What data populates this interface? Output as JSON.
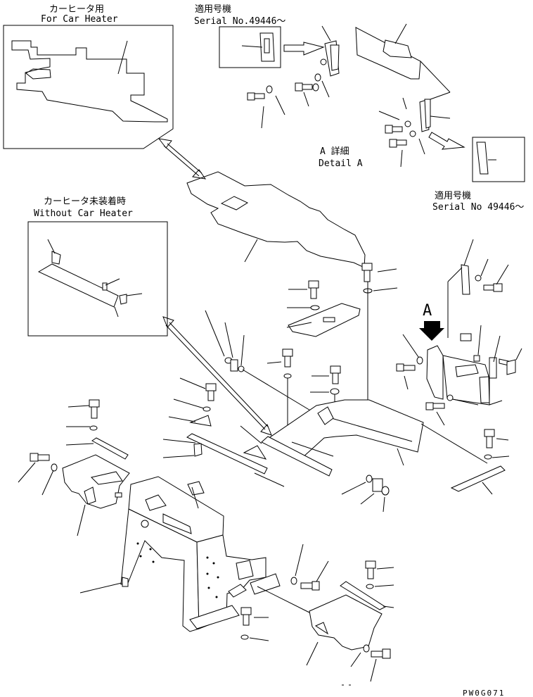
{
  "labels": {
    "car_heater_jp": "カーヒータ用",
    "car_heater_en": "For Car Heater",
    "serial_top_jp": "適用号機",
    "serial_top_en": "Serial No.49446～",
    "detail_a_jp": "A 詳細",
    "detail_a_en": "Detail A",
    "serial_right_jp": "適用号機",
    "serial_right_en": "Serial No 49446～",
    "without_heater_jp": "カーヒータ未装着時",
    "without_heater_en": "Without Car Heater",
    "view_marker": "A",
    "drawing_code": "PW0G071"
  }
}
